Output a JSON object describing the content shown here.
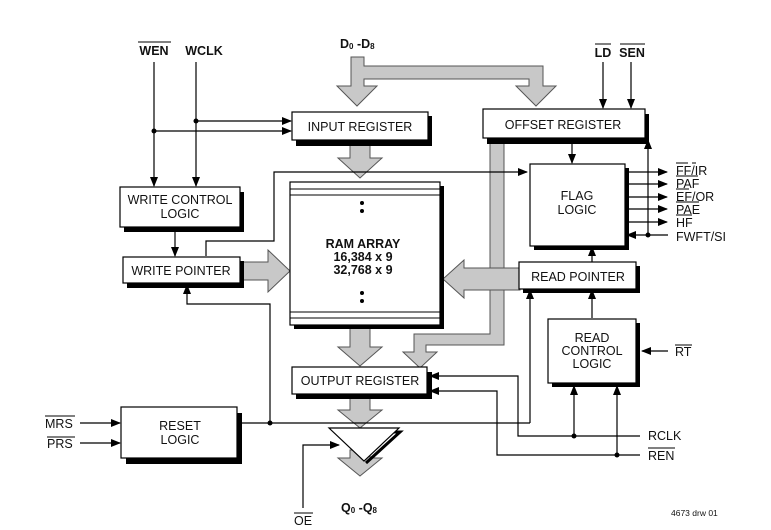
{
  "diagram": {
    "type": "FIFO block diagram",
    "blocks": {
      "input_register": "INPUT REGISTER",
      "offset_register": "OFFSET REGISTER",
      "write_control_logic": [
        "WRITE CONTROL",
        "LOGIC"
      ],
      "write_pointer": "WRITE POINTER",
      "ram_array": [
        "RAM ARRAY",
        "16,384 x 9",
        "32,768 x 9"
      ],
      "flag_logic": [
        "FLAG",
        "LOGIC"
      ],
      "read_pointer": "READ POINTER",
      "read_control_logic": [
        "READ",
        "CONTROL",
        "LOGIC"
      ],
      "output_register": "OUTPUT REGISTER",
      "reset_logic": [
        "RESET",
        "LOGIC"
      ]
    },
    "signals": {
      "wen": "WEN",
      "wclk": "WCLK",
      "data_in": {
        "main": "D",
        "sub0": "0",
        "sep": " -D",
        "sub1": "8"
      },
      "ld": "LD",
      "sen": "SEN",
      "flags_out": [
        "FF/IR",
        "PAF",
        "EF/OR",
        "PAE",
        "HF"
      ],
      "fwft": "FWFT/SI",
      "rt": "RT",
      "mrs": "MRS",
      "prs": "PRS",
      "rclk": "RCLK",
      "ren": "REN",
      "oe": "OE",
      "data_out": {
        "main": "Q",
        "sub0": "0",
        "sep": " -Q",
        "sub1": "8"
      }
    },
    "drawing_id": "4673 drw 01"
  }
}
